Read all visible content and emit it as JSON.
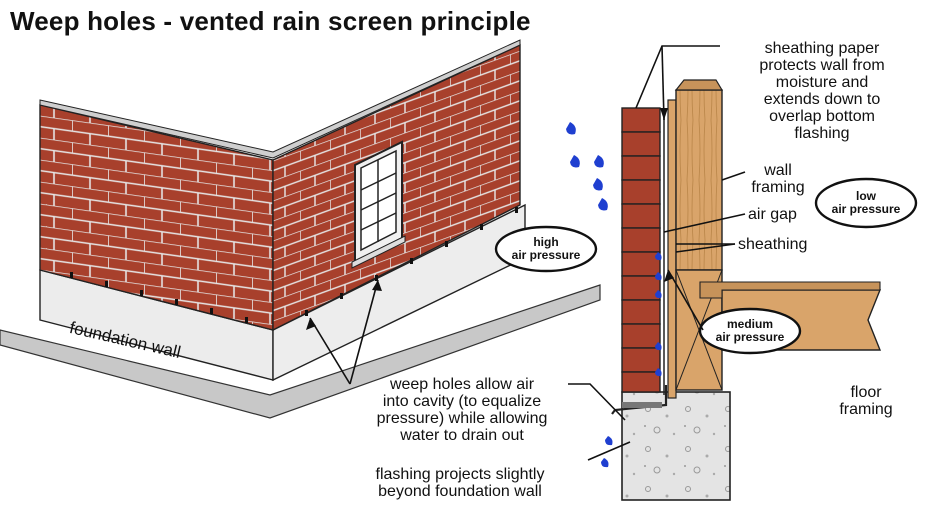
{
  "title": "Weep holes - vented rain screen principle",
  "labels": {
    "sheathing_paper": "sheathing paper\nprotects wall from\nmoisture and\nextends down to\noverlap bottom\nflashing",
    "wall_framing": "wall\nframing",
    "air_gap": "air gap",
    "sheathing": "sheathing",
    "floor_framing": "floor\nframing",
    "foundation_wall": "foundation wall",
    "weep_holes": "weep holes allow air\ninto cavity (to equalize\npressure) while allowing\nwater to drain out",
    "flashing": "flashing projects slightly\nbeyond foundation wall"
  },
  "ovals": {
    "high": "high\nair pressure",
    "low": "low\nair pressure",
    "medium": "medium\nair pressure"
  },
  "colors": {
    "brick": "#a8402c",
    "mortar": "#e6e6e6",
    "wood": "#d9a46a",
    "foundation": "#ececec",
    "ground": "#c8c8c8",
    "water": "#1f3fd0"
  }
}
